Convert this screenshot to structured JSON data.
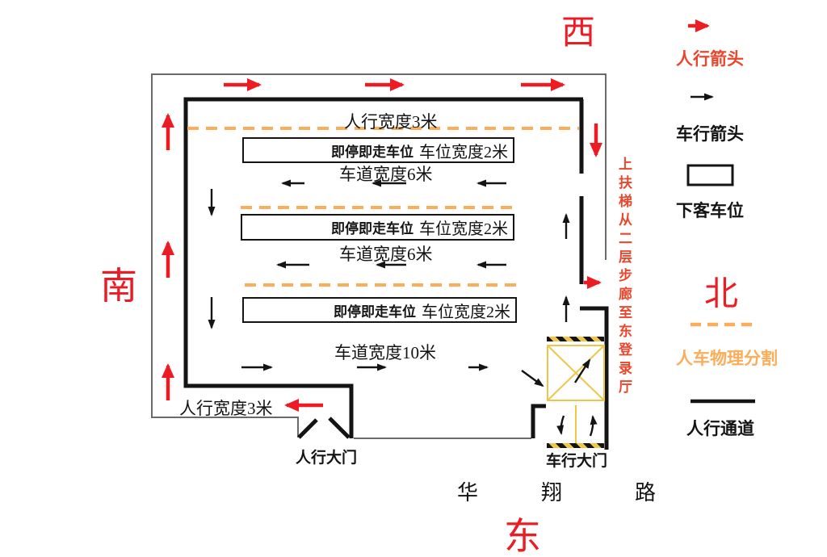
{
  "compass": {
    "west": "西",
    "south": "南",
    "east": "东",
    "north": "北"
  },
  "plan": {
    "ped_width_top": "人行宽度3米",
    "ped_width_bottom": "人行宽度3米",
    "parking_rows": [
      {
        "name": "即停即走车位",
        "width": "车位宽度2米"
      },
      {
        "name": "即停即走车位",
        "width": "车位宽度2米"
      },
      {
        "name": "即停即走车位",
        "width": "车位宽度2米"
      }
    ],
    "lane_labels": [
      "车道宽度6米",
      "车道宽度6米",
      "车道宽度10米"
    ],
    "ped_gate": "人行大门",
    "veh_gate": "车行大门",
    "escalator_note": "上扶梯从二层步廊至东登录厅",
    "road_name": [
      "华",
      "翔",
      "路"
    ]
  },
  "legend": {
    "ped_arrow": "人行箭头",
    "veh_arrow": "车行箭头",
    "dropoff_space": "下客车位",
    "separation": "人车物理分割",
    "ped_passage": "人行通道"
  },
  "colors": {
    "ped_red": "#ED1C24",
    "note_red": "#E8472B",
    "separation_orange": "#FBAD5A",
    "gate_yellow": "#EFC64B",
    "ink": "#141414",
    "outer_gray": "#6a6a6a"
  }
}
